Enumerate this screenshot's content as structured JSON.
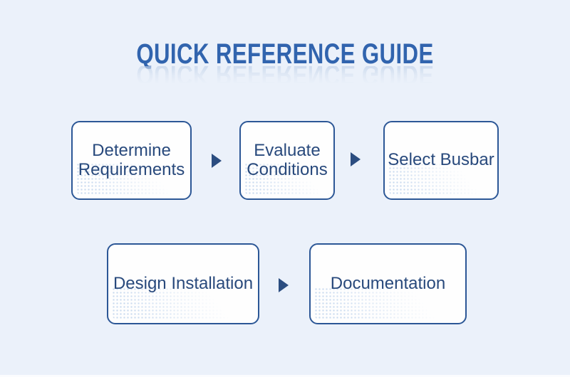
{
  "page": {
    "background_color": "#ebf1fa"
  },
  "title": {
    "text": "QUICK REFERENCE GUIDE",
    "color": "#3164ae"
  },
  "flow": {
    "box_fill_color": "#fefefe",
    "box_border_color": "#2c5796",
    "box_text_color": "#28497c",
    "arrow_color": "#2b4d80",
    "dot_pattern_color": "#c9daef",
    "arrow_icon_name": "arrow-right-icon",
    "steps": [
      {
        "label": "Determine Requirements"
      },
      {
        "label": "Evaluate Conditions"
      },
      {
        "label": "Select Busbar"
      },
      {
        "label": "Design Installation"
      },
      {
        "label": "Documentation"
      }
    ]
  }
}
